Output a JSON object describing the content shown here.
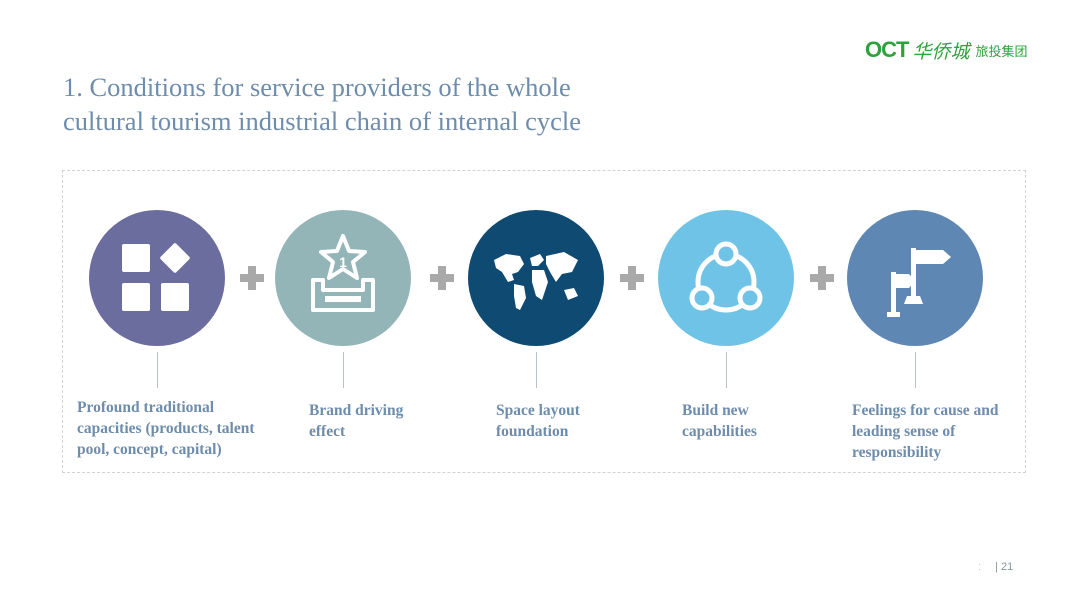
{
  "logo": {
    "oct": "OCT",
    "chinese_script": "华侨城",
    "chinese_group": "旅投集团"
  },
  "title": {
    "line1": "1. Conditions for service providers of the whole",
    "line2": "cultural tourism industrial chain of internal cycle"
  },
  "steps": [
    {
      "icon": "grid-diamond-icon",
      "color": "#6c6d9f",
      "caption": [
        "Profound traditional",
        "capacities (products, talent",
        "pool, concept, capital)"
      ]
    },
    {
      "icon": "star-badge-icon",
      "color": "#93b5b8",
      "caption": [
        "Brand driving",
        "effect"
      ]
    },
    {
      "icon": "world-map-icon",
      "color": "#0e4a72",
      "caption": [
        "Space layout",
        "foundation"
      ]
    },
    {
      "icon": "network-cycle-icon",
      "color": "#6fc3e6",
      "caption": [
        "Build new",
        "capabilities"
      ]
    },
    {
      "icon": "signpost-icon",
      "color": "#5e88b3",
      "caption": [
        "Feelings for cause and",
        "leading sense of",
        "responsibility"
      ]
    }
  ],
  "connector_color": "#a9a9a9",
  "footer": {
    "mark": ":",
    "page": "| 21"
  }
}
